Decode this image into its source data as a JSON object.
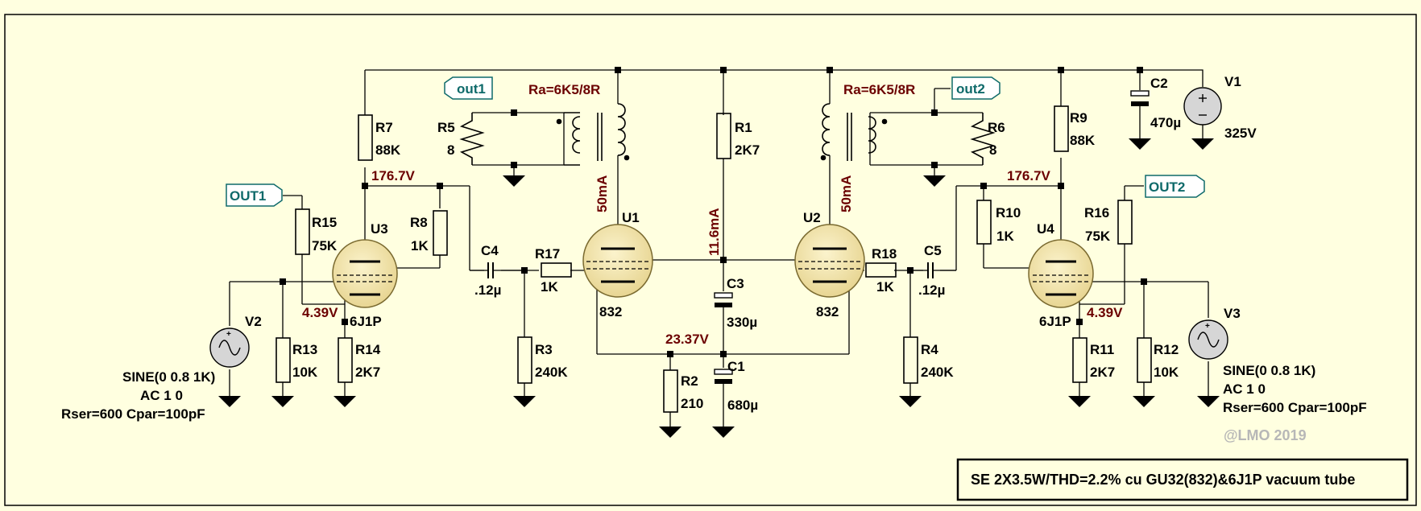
{
  "colors": {
    "background": "#ffffe0",
    "tube_fill": "#f0e2a2",
    "tube_stroke": "#7a6a30",
    "voltage_text": "#6b0000",
    "netlabel_text": "#0f6a6a"
  },
  "title_box": "SE 2X3.5W/THD=2.2% cu GU32(832)&6J1P vacuum tube",
  "watermark": "@LMO 2019",
  "annotations": {
    "ra_left": "Ra=6K5/8R",
    "ra_right": "Ra=6K5/8R",
    "v_176_left": "176.7V",
    "v_176_right": "176.7V",
    "v_439_left": "4.39V",
    "v_439_right": "4.39V",
    "v_2337": "23.37V",
    "i_50_left": "50mA",
    "i_50_right": "50mA",
    "i_116": "11.6mA"
  },
  "netlabels": {
    "out1": "out1",
    "out2": "out2",
    "OUT1": "OUT1",
    "OUT2": "OUT2"
  },
  "components": {
    "R1": {
      "name": "R1",
      "value": "2K7"
    },
    "R2": {
      "name": "R2",
      "value": "210"
    },
    "R3": {
      "name": "R3",
      "value": "240K"
    },
    "R4": {
      "name": "R4",
      "value": "240K"
    },
    "R5": {
      "name": "R5",
      "value": "8"
    },
    "R6": {
      "name": "R6",
      "value": "8"
    },
    "R7": {
      "name": "R7",
      "value": "88K"
    },
    "R8": {
      "name": "R8",
      "value": "1K"
    },
    "R9": {
      "name": "R9",
      "value": "88K"
    },
    "R10": {
      "name": "R10",
      "value": "1K"
    },
    "R11": {
      "name": "R11",
      "value": "2K7"
    },
    "R12": {
      "name": "R12",
      "value": "10K"
    },
    "R13": {
      "name": "R13",
      "value": "10K"
    },
    "R14": {
      "name": "R14",
      "value": "2K7"
    },
    "R15": {
      "name": "R15",
      "value": "75K"
    },
    "R16": {
      "name": "R16",
      "value": "75K"
    },
    "R17": {
      "name": "R17",
      "value": "1K"
    },
    "R18": {
      "name": "R18",
      "value": "1K"
    },
    "C1": {
      "name": "C1",
      "value": "680µ"
    },
    "C2": {
      "name": "C2",
      "value": "470µ"
    },
    "C3": {
      "name": "C3",
      "value": "330µ"
    },
    "C4": {
      "name": "C4",
      "value": ".12µ"
    },
    "C5": {
      "name": "C5",
      "value": ".12µ"
    },
    "U1": {
      "name": "U1",
      "value": "832"
    },
    "U2": {
      "name": "U2",
      "value": "832"
    },
    "U3": {
      "name": "U3",
      "value": "6J1P"
    },
    "U4": {
      "name": "U4",
      "value": "6J1P"
    },
    "V1": {
      "name": "V1",
      "value": "325V"
    },
    "V2": {
      "name": "V2",
      "line1": "SINE(0 0.8 1K)",
      "line2": "AC 1 0",
      "line3": "Rser=600 Cpar=100pF"
    },
    "V3": {
      "name": "V3",
      "line1": "SINE(0 0.8 1K)",
      "line2": "AC 1 0",
      "line3": "Rser=600 Cpar=100pF"
    }
  }
}
